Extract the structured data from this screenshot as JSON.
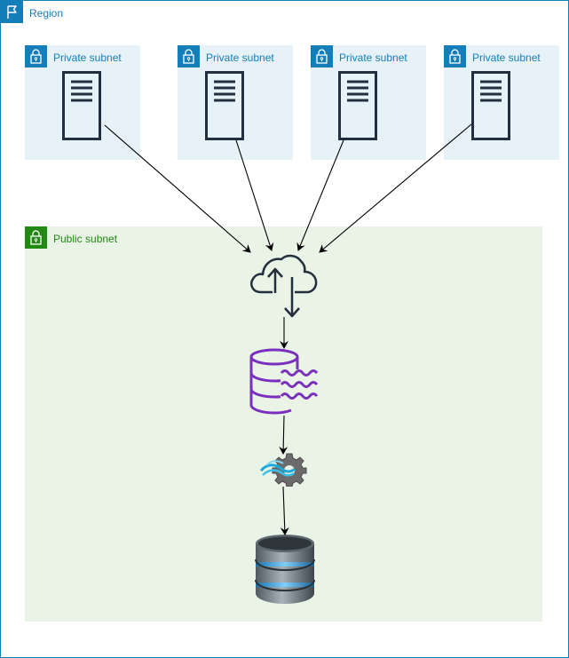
{
  "region": {
    "label": "Region",
    "icon": "flag-icon"
  },
  "private_subnets": [
    {
      "label": "Private subnet",
      "icon": "lock-icon",
      "node": "server-icon"
    },
    {
      "label": "Private subnet",
      "icon": "lock-icon",
      "node": "server-icon"
    },
    {
      "label": "Private subnet",
      "icon": "lock-icon",
      "node": "server-icon"
    },
    {
      "label": "Private subnet",
      "icon": "lock-icon",
      "node": "server-icon"
    }
  ],
  "public_subnet": {
    "label": "Public subnet",
    "icon": "lock-icon"
  },
  "pipeline": [
    "cloud-upload-download-icon",
    "data-lake-icon",
    "stream-processing-gear-icon",
    "database-icon"
  ],
  "colors": {
    "region": "#147eba",
    "private_fill": "#e6f2f8",
    "public_fill": "#e9f3e6",
    "public_accent": "#248814",
    "data_lake": "#7b2fbf",
    "edge": "#000000"
  }
}
